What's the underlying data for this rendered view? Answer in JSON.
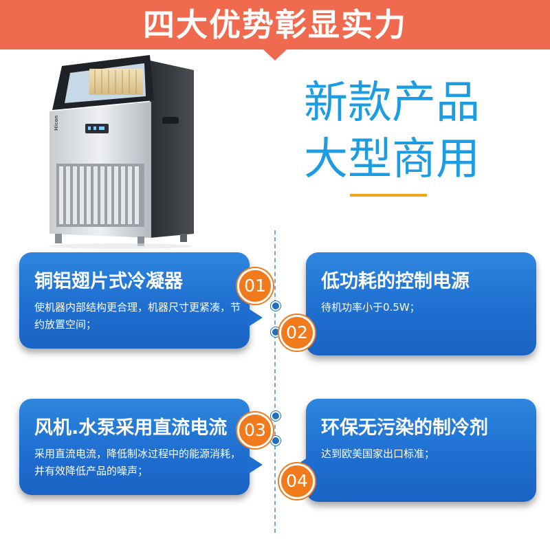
{
  "header": {
    "title": "四大优势彰显实力"
  },
  "slogan": {
    "line1": "新款产品",
    "line2": "大型商用"
  },
  "machine": {
    "brand_label": "Hicon"
  },
  "features": [
    {
      "number": "01",
      "title": "铜铝翅片式冷凝器",
      "description": "使机器内部结构更合理，机器尺寸更紧凑，节约放置空间；"
    },
    {
      "number": "02",
      "title": "低功耗的控制电源",
      "description": "待机功率小于0.5W；"
    },
    {
      "number": "03",
      "title": "风机.水泵采用直流电流",
      "description": "采用直流电流，降低制冰过程中的能源消耗，并有效降低产品的噪声；"
    },
    {
      "number": "04",
      "title": "环保无污染的制冷剂",
      "description": "达到欧美国家出口标准；"
    }
  ],
  "colors": {
    "banner": "#ef6a4f",
    "accent_blue": "#1b9ce3",
    "card_blue": "#1f6fd1",
    "badge_orange": "#f07a1c",
    "underline": "#f5a31a"
  }
}
